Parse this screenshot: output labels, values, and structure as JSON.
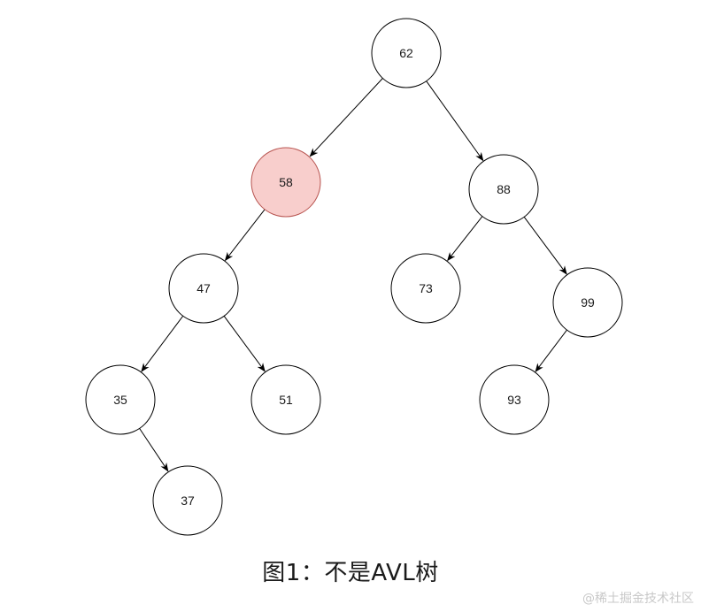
{
  "diagram": {
    "title": "图1：不是AVL树",
    "highlight_color": "#f8cecc",
    "highlight_stroke": "#b85450",
    "nodes": [
      {
        "id": "n62",
        "label": "62",
        "highlighted": false
      },
      {
        "id": "n58",
        "label": "58",
        "highlighted": true
      },
      {
        "id": "n88",
        "label": "88",
        "highlighted": false
      },
      {
        "id": "n47",
        "label": "47",
        "highlighted": false
      },
      {
        "id": "n73",
        "label": "73",
        "highlighted": false
      },
      {
        "id": "n99",
        "label": "99",
        "highlighted": false
      },
      {
        "id": "n35",
        "label": "35",
        "highlighted": false
      },
      {
        "id": "n51",
        "label": "51",
        "highlighted": false
      },
      {
        "id": "n93",
        "label": "93",
        "highlighted": false
      },
      {
        "id": "n37",
        "label": "37",
        "highlighted": false
      }
    ],
    "edges": [
      {
        "from": "n62",
        "to": "n58"
      },
      {
        "from": "n62",
        "to": "n88"
      },
      {
        "from": "n58",
        "to": "n47"
      },
      {
        "from": "n88",
        "to": "n73"
      },
      {
        "from": "n88",
        "to": "n99"
      },
      {
        "from": "n47",
        "to": "n35"
      },
      {
        "from": "n47",
        "to": "n51"
      },
      {
        "from": "n99",
        "to": "n93"
      },
      {
        "from": "n35",
        "to": "n37"
      }
    ]
  },
  "watermark": "@稀土掘金技术社区"
}
